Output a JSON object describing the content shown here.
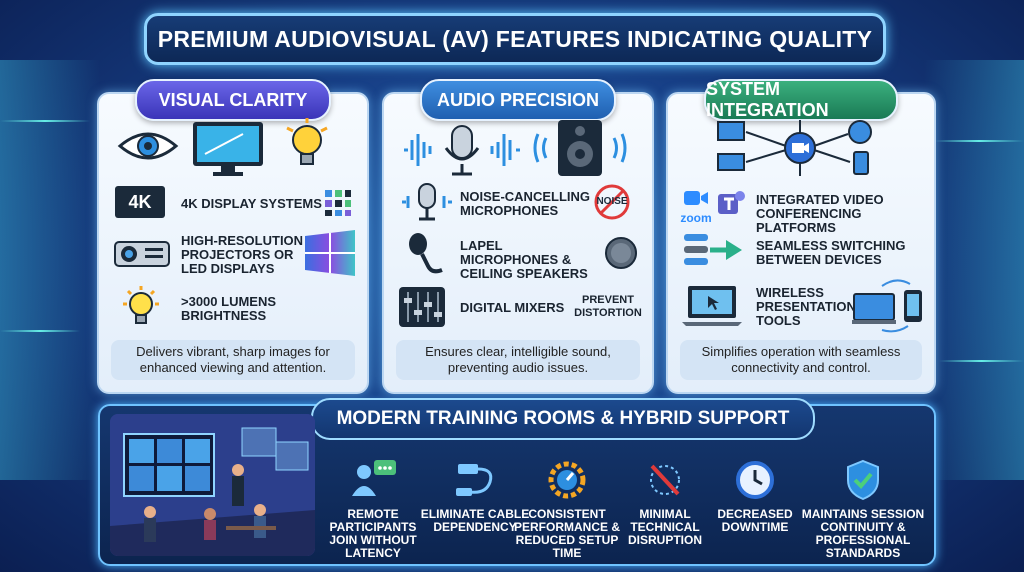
{
  "header": {
    "title": "PREMIUM AUDIOVISUAL (AV) FEATURES INDICATING QUALITY"
  },
  "visual": {
    "title": "VISUAL CLARITY",
    "badge_4k": "4K",
    "items": [
      "4K DISPLAY SYSTEMS",
      "HIGH-RESOLUTION PROJECTORS OR LED DISPLAYS",
      ">3000 LUMENS BRIGHTNESS"
    ],
    "caption": "Delivers vibrant, sharp images for enhanced viewing and attention."
  },
  "audio": {
    "title": "AUDIO PRECISION",
    "items": [
      "NOISE-CANCELLING MICROPHONES",
      "LAPEL MICROPHONES & CEILING SPEAKERS",
      "DIGITAL MIXERS"
    ],
    "noise_label": "NOISE",
    "side_label": "PREVENT DISTORTION",
    "caption": "Ensures clear, intelligible sound, preventing audio issues."
  },
  "system": {
    "title": "SYSTEM INTEGRATION",
    "zoom_label": "zoom",
    "items": [
      "INTEGRATED VIDEO CONFERENCING PLATFORMS",
      "SEAMLESS SWITCHING BETWEEN DEVICES",
      "WIRELESS PRESENTATION TOOLS"
    ],
    "caption": "Simplifies operation with seamless connectivity and control."
  },
  "bottom": {
    "title": "MODERN TRAINING ROOMS & HYBRID SUPPORT",
    "features": [
      "REMOTE PARTICIPANTS JOIN WITHOUT LATENCY",
      "ELIMINATE CABLE DEPENDENCY",
      "CONSISTENT PERFORMANCE & REDUCED SETUP TIME",
      "MINIMAL TECHNICAL DISRUPTION",
      "DECREASED DOWNTIME",
      "MAINTAINS SESSION CONTINUITY & PROFESSIONAL STANDARDS"
    ]
  },
  "colors": {
    "purple": "#4a44cc",
    "blue": "#2a74c8",
    "green": "#248a62",
    "accent": "#8fd4ff"
  }
}
